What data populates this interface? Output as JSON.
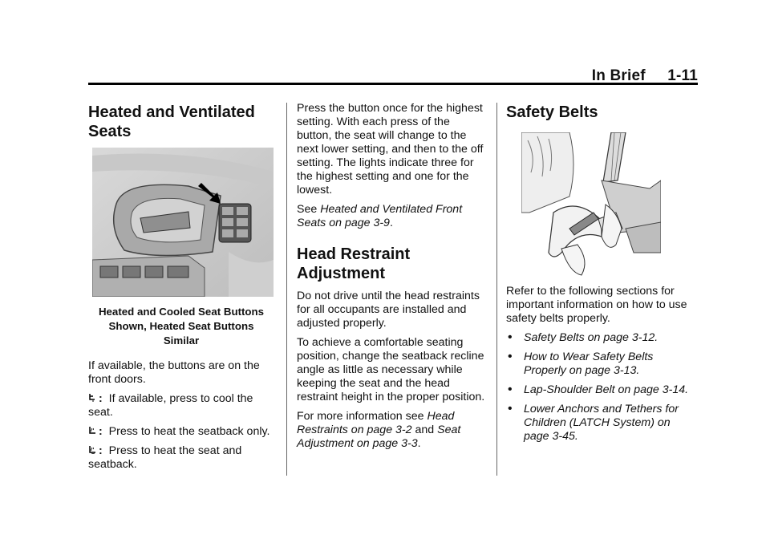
{
  "header": {
    "section": "In Brief",
    "page": "1-11"
  },
  "col1": {
    "heading": "Heated and Ventilated Seats",
    "caption_line1": "Heated and Cooled Seat Buttons",
    "caption_line2": "Shown, Heated Seat Buttons",
    "caption_line3": "Similar",
    "p1": "If available, the buttons are on the front doors.",
    "item_cool_label": ":",
    "item_cool_text": "If available, press to cool the seat.",
    "item_seatback_label": ":",
    "item_seatback_text": "Press to heat the seatback only.",
    "item_seat_label": ":",
    "item_seat_text": "Press to heat the seat and seatback."
  },
  "col2": {
    "p1": "Press the button once for the highest setting. With each press of the button, the seat will change to the next lower setting, and then to the off setting. The lights indicate three for the highest setting and one for the lowest.",
    "see_prefix": "See",
    "see_link": "Heated and Ventilated Front Seats on page 3-9",
    "see_suffix": ".",
    "heading": "Head Restraint Adjustment",
    "p2": "Do not drive until the head restraints for all occupants are installed and adjusted properly.",
    "p3": "To achieve a comfortable seating position, change the seatback recline angle as little as necessary while keeping the seat and the head restraint height in the proper position.",
    "more_prefix": "For more information see",
    "more_link1": "Head Restraints on page 3-2",
    "more_and": "and",
    "more_link2": "Seat Adjustment on page 3-3",
    "more_suffix": "."
  },
  "col3": {
    "heading": "Safety Belts",
    "intro": "Refer to the following sections for important information on how to use safety belts properly.",
    "links": [
      "Safety Belts on page 3-12.",
      "How to Wear Safety Belts Properly on page 3-13.",
      "Lap-Shoulder Belt on page 3-14.",
      "Lower Anchors and Tethers for Children (LATCH System) on page 3-45."
    ]
  },
  "colors": {
    "text": "#111111",
    "rule": "#000000"
  }
}
